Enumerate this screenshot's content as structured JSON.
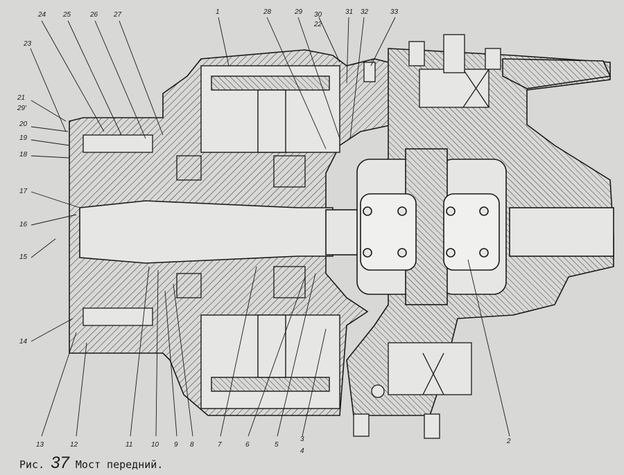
{
  "callouts_top": [
    "24",
    "25",
    "26",
    "27",
    "1",
    "28",
    "29",
    "30",
    "22",
    "31",
    "32",
    "33"
  ],
  "callouts_left": [
    "23",
    "21",
    "29'",
    "20",
    "19",
    "18",
    "17",
    "16",
    "15",
    "14"
  ],
  "callouts_bottom": [
    "13",
    "12",
    "11",
    "10",
    "9",
    "8",
    "7",
    "6",
    "5",
    "3",
    "4",
    "2"
  ],
  "caption": {
    "prefix": "Рис.",
    "number": "37",
    "title": "Мост передний."
  }
}
